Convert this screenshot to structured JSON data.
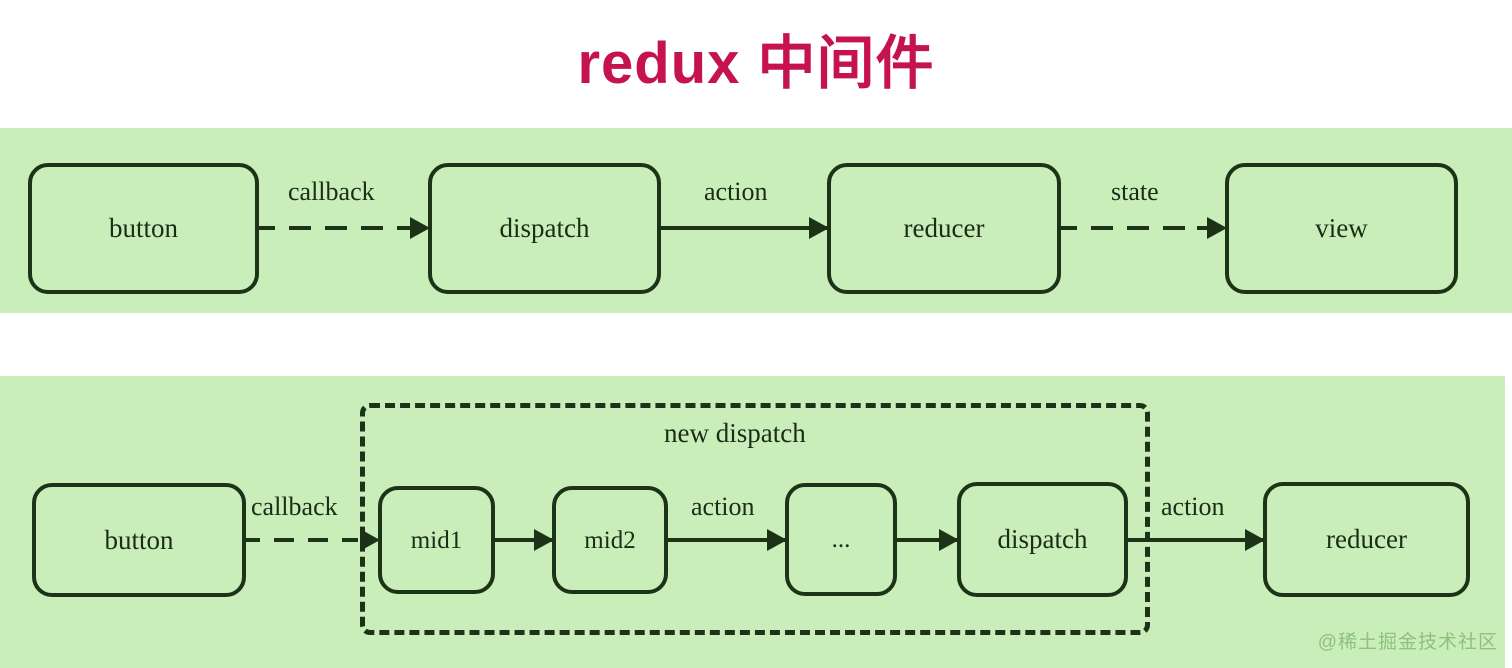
{
  "title": "redux 中间件",
  "title_color": "#c5134e",
  "band_color": "#c9eeba",
  "stroke_color": "#1c3318",
  "watermark": "@稀土掘金技术社区",
  "diagrams": [
    {
      "id": "basic-flow",
      "nodes": [
        {
          "id": "button",
          "label": "button"
        },
        {
          "id": "dispatch",
          "label": "dispatch"
        },
        {
          "id": "reducer",
          "label": "reducer"
        },
        {
          "id": "view",
          "label": "view"
        }
      ],
      "edges": [
        {
          "from": "button",
          "to": "dispatch",
          "label": "callback",
          "style": "dashed"
        },
        {
          "from": "dispatch",
          "to": "reducer",
          "label": "action",
          "style": "solid"
        },
        {
          "from": "reducer",
          "to": "view",
          "label": "state",
          "style": "dashed"
        }
      ]
    },
    {
      "id": "middleware-flow",
      "group": {
        "label": "new dispatch",
        "style": "dashed"
      },
      "nodes": [
        {
          "id": "button",
          "label": "button"
        },
        {
          "id": "mid1",
          "label": "mid1"
        },
        {
          "id": "mid2",
          "label": "mid2"
        },
        {
          "id": "more",
          "label": "..."
        },
        {
          "id": "dispatch",
          "label": "dispatch"
        },
        {
          "id": "reducer",
          "label": "reducer"
        }
      ],
      "edges": [
        {
          "from": "button",
          "to": "mid1",
          "label": "callback",
          "style": "dashed"
        },
        {
          "from": "mid1",
          "to": "mid2",
          "label": "",
          "style": "solid"
        },
        {
          "from": "mid2",
          "to": "more",
          "label": "action",
          "style": "solid"
        },
        {
          "from": "more",
          "to": "dispatch",
          "label": "",
          "style": "solid"
        },
        {
          "from": "dispatch",
          "to": "reducer",
          "label": "action",
          "style": "solid"
        }
      ]
    }
  ]
}
